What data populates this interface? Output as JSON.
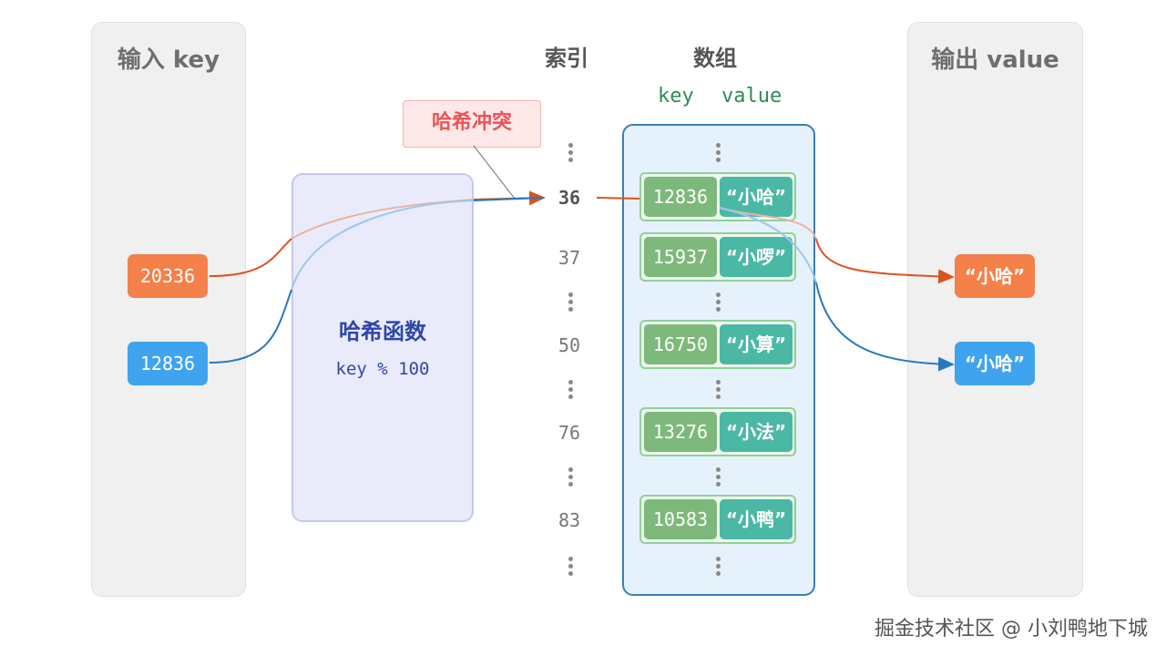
{
  "input_panel": {
    "title": "输入 key",
    "keys": [
      "20336",
      "12836"
    ]
  },
  "output_panel": {
    "title": "输出 value",
    "values": [
      "“小哈”",
      "“小哈”"
    ]
  },
  "hash_function": {
    "title": "哈希函数",
    "formula": "key % 100"
  },
  "collision_label": "哈希冲突",
  "index_header": "索引",
  "array_header": "数组",
  "kv_header": {
    "key": "key",
    "value": "value"
  },
  "indexes": [
    "36",
    "37",
    "50",
    "76",
    "83"
  ],
  "buckets": [
    {
      "key": "12836",
      "value": "“小哈”"
    },
    {
      "key": "15937",
      "value": "“小啰”"
    },
    {
      "key": "16750",
      "value": "“小算”"
    },
    {
      "key": "13276",
      "value": "“小法”"
    },
    {
      "key": "10583",
      "value": "“小鸭”"
    }
  ],
  "watermark": "掘金技术社区 @ 小刘鸭地下城",
  "colors": {
    "orange": "#f4804a",
    "blue": "#3fa3ee",
    "red_link": "#d9541f",
    "blue_link": "#2878c0"
  }
}
